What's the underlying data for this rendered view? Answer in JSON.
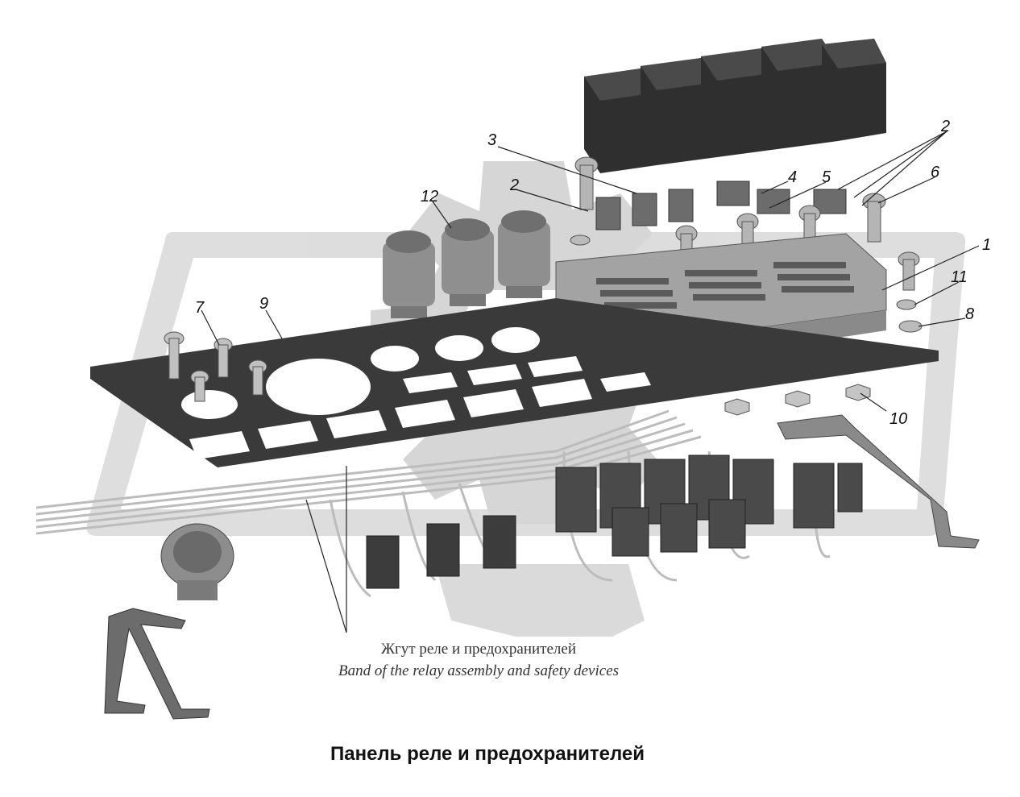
{
  "title": "Панель реле и предохранителей",
  "harness_caption_ru": "Жгут реле и предохранителей",
  "harness_caption_en": "Band of the relay assembly and safety devices",
  "callouts": [
    "1",
    "2",
    "2",
    "3",
    "4",
    "5",
    "6",
    "7",
    "8",
    "9",
    "10",
    "11",
    "12"
  ],
  "colors": {
    "watermark": "#d8d8d8",
    "panel": "#3a3a3a",
    "metal": "#9a9a9a",
    "relay": "#3b3b3b",
    "fuse_block": "#8c8c8c",
    "wire": "#c4c4c4"
  }
}
